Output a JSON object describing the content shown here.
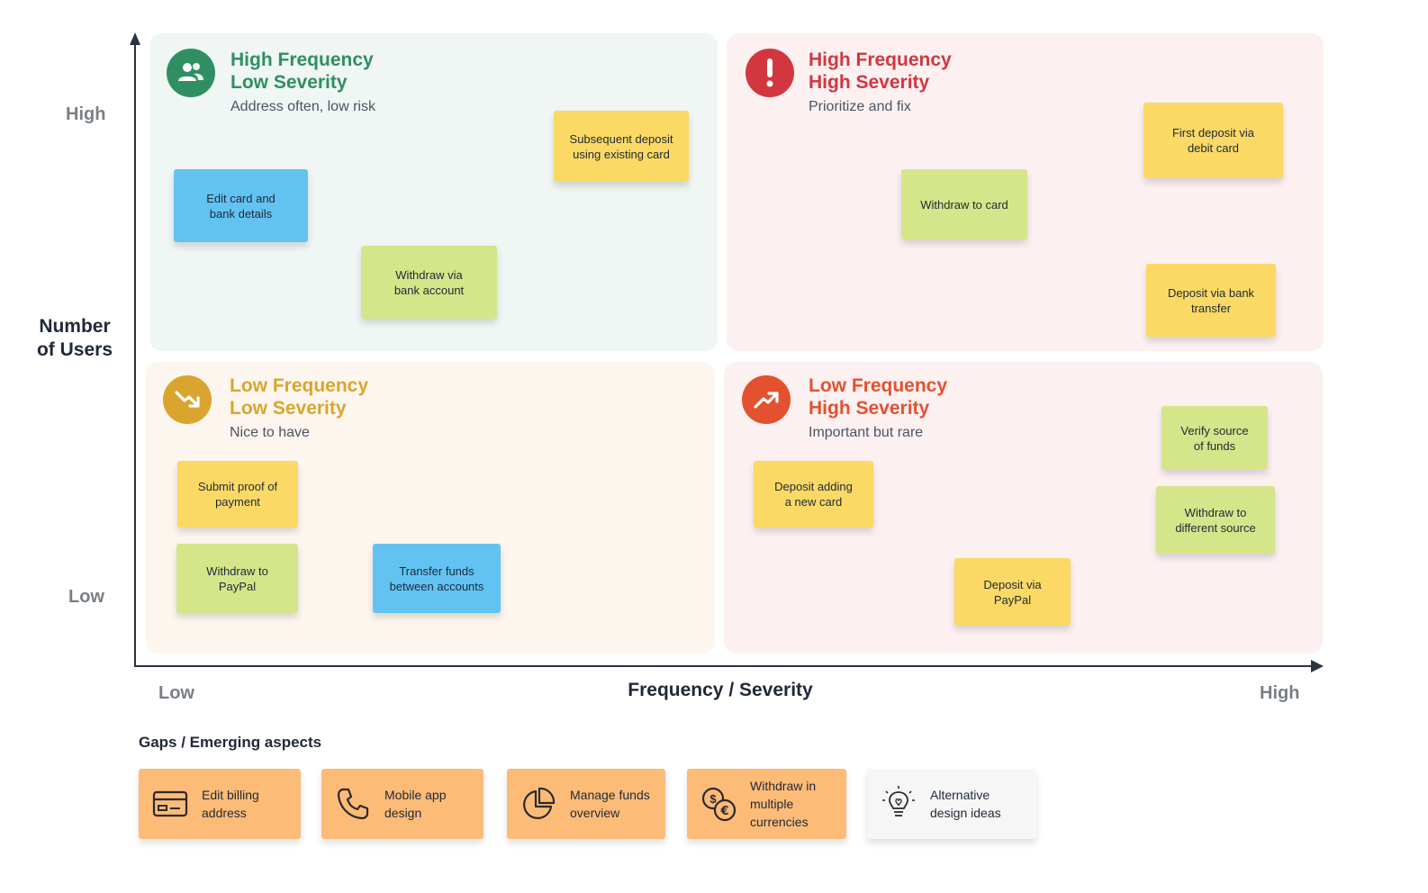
{
  "y_axis": {
    "title": "Number\nof Users",
    "high": "High",
    "low": "Low"
  },
  "x_axis": {
    "title": "Frequency / Severity",
    "low": "Low",
    "high": "High"
  },
  "quadrants": {
    "top_left": {
      "title": "High Frequency\nLow Severity",
      "subtitle": "Address often, low risk",
      "color": "#2f8f63",
      "icon": "users-icon",
      "notes": [
        {
          "text": "Subsequent deposit\nusing existing card",
          "color": "yellow"
        },
        {
          "text": "Edit card and\nbank details",
          "color": "blue"
        },
        {
          "text": "Withdraw via\nbank account",
          "color": "green"
        }
      ]
    },
    "top_right": {
      "title": "High Frequency\nHigh Severity",
      "subtitle": "Prioritize and fix",
      "color": "#d2373f",
      "icon": "exclamation-icon",
      "notes": [
        {
          "text": "First deposit via\ndebit card",
          "color": "yellow"
        },
        {
          "text": "Withdraw to card",
          "color": "green"
        },
        {
          "text": "Deposit via bank\ntransfer",
          "color": "yellow"
        }
      ]
    },
    "bottom_left": {
      "title": "Low Frequency\nLow Severity",
      "subtitle": "Nice to have",
      "color": "#d9a52e",
      "icon": "trend-down-icon",
      "notes": [
        {
          "text": "Submit proof of\npayment",
          "color": "yellow"
        },
        {
          "text": "Withdraw to\nPayPal",
          "color": "green"
        },
        {
          "text": "Transfer funds\nbetween accounts",
          "color": "blue"
        }
      ]
    },
    "bottom_right": {
      "title": "Low Frequency\nHigh Severity",
      "subtitle": "Important but rare",
      "color": "#e4512f",
      "icon": "trend-up-icon",
      "notes": [
        {
          "text": "Verify source\nof funds",
          "color": "green"
        },
        {
          "text": "Deposit adding\na new card",
          "color": "yellow"
        },
        {
          "text": "Withdraw to\ndifferent source",
          "color": "green"
        },
        {
          "text": "Deposit via\nPayPal",
          "color": "yellow"
        }
      ]
    }
  },
  "gaps": {
    "title": "Gaps / Emerging aspects",
    "items": [
      {
        "text": "Edit billing\naddress",
        "icon": "credit-card-icon"
      },
      {
        "text": "Mobile app\ndesign",
        "icon": "phone-icon"
      },
      {
        "text": "Manage funds\noverview",
        "icon": "pie-chart-icon"
      },
      {
        "text": "Withdraw in\nmultiple\ncurrencies",
        "icon": "currency-exchange-icon"
      },
      {
        "text": "Alternative\ndesign ideas",
        "icon": "lightbulb-icon"
      }
    ]
  }
}
